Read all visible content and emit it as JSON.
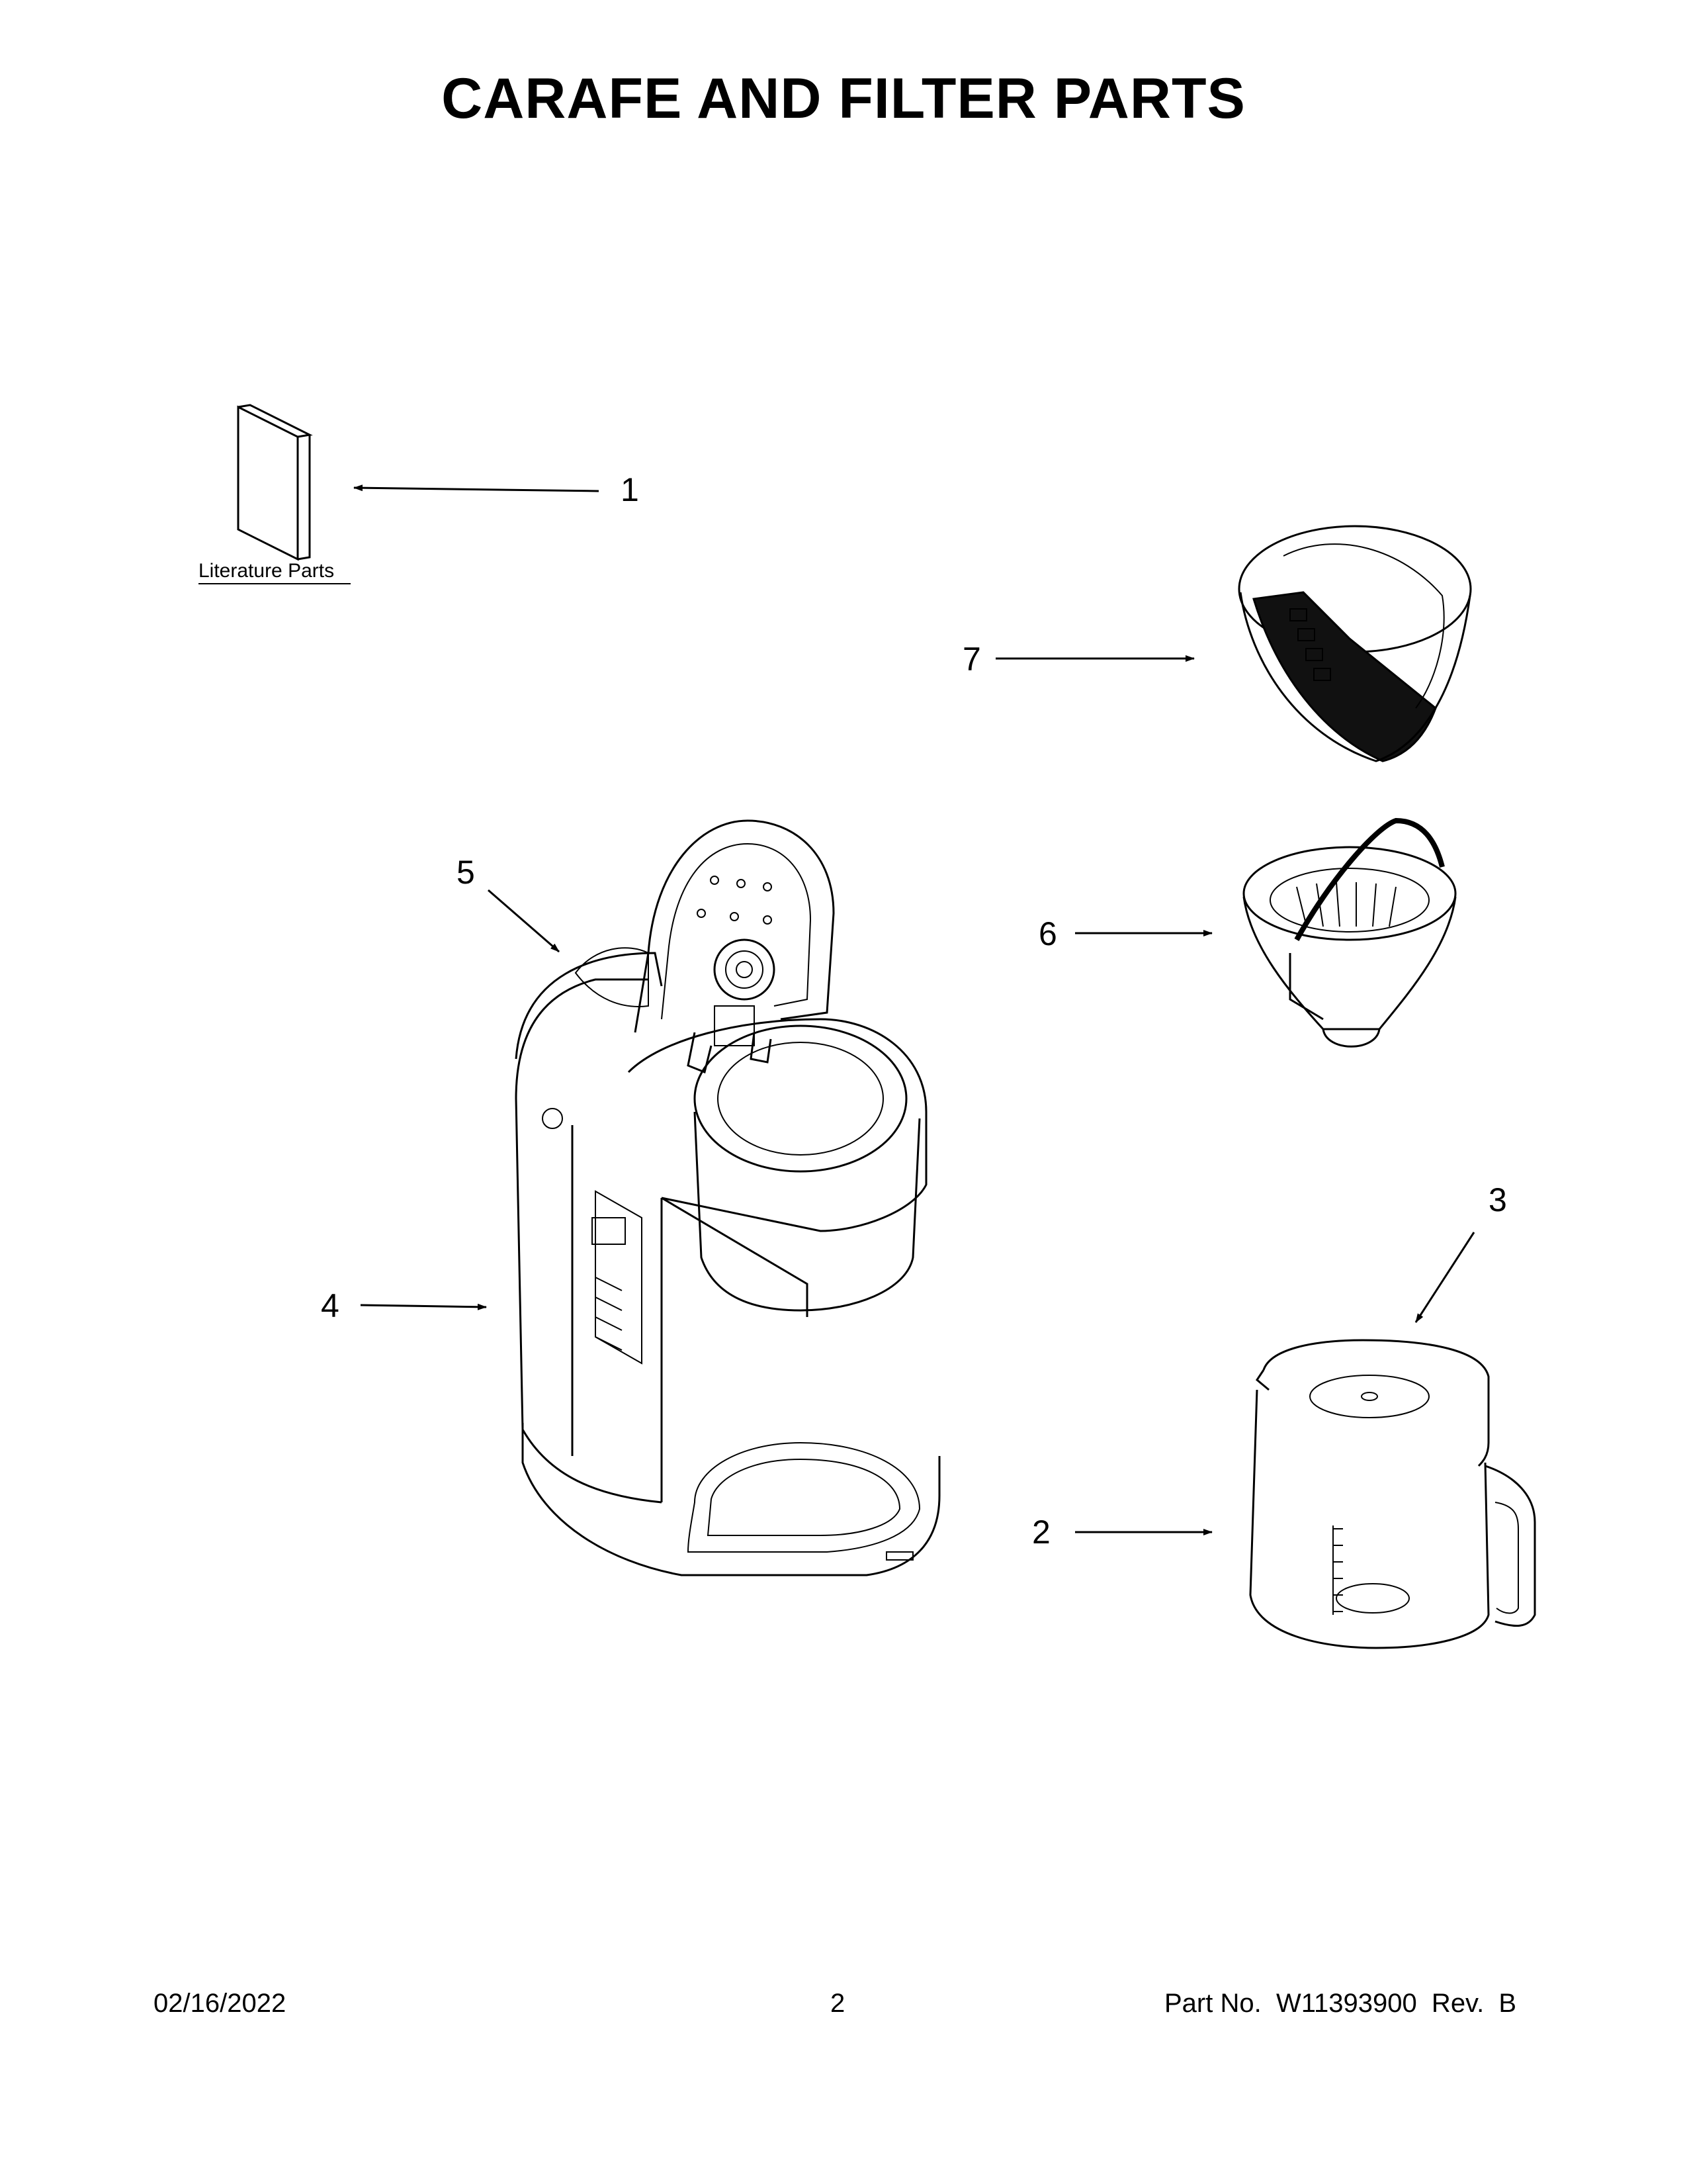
{
  "page": {
    "title": "CARAFE AND FILTER PARTS"
  },
  "callouts": {
    "c1": "1",
    "c2": "2",
    "c3": "3",
    "c4": "4",
    "c5": "5",
    "c6": "6",
    "c7": "7"
  },
  "literature": {
    "label": "Literature Parts"
  },
  "footer": {
    "date": "02/16/2022",
    "page_number": "2",
    "part_info": "Part No.  W11393900  Rev.  B"
  }
}
